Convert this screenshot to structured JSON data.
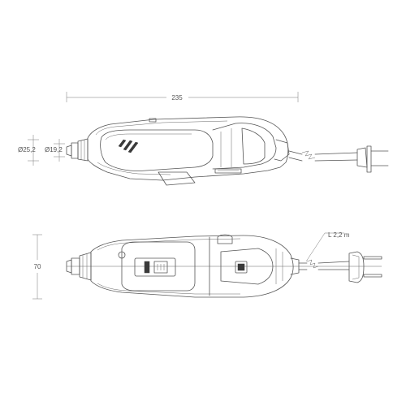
{
  "diagram": {
    "dimensions": {
      "length": "235",
      "height": "70",
      "diameter_outer": "Ø25,2",
      "diameter_inner": "Ø19,2",
      "cord_length": "L 2,2 m"
    },
    "colors": {
      "line": "#555555",
      "background": "#ffffff"
    }
  }
}
